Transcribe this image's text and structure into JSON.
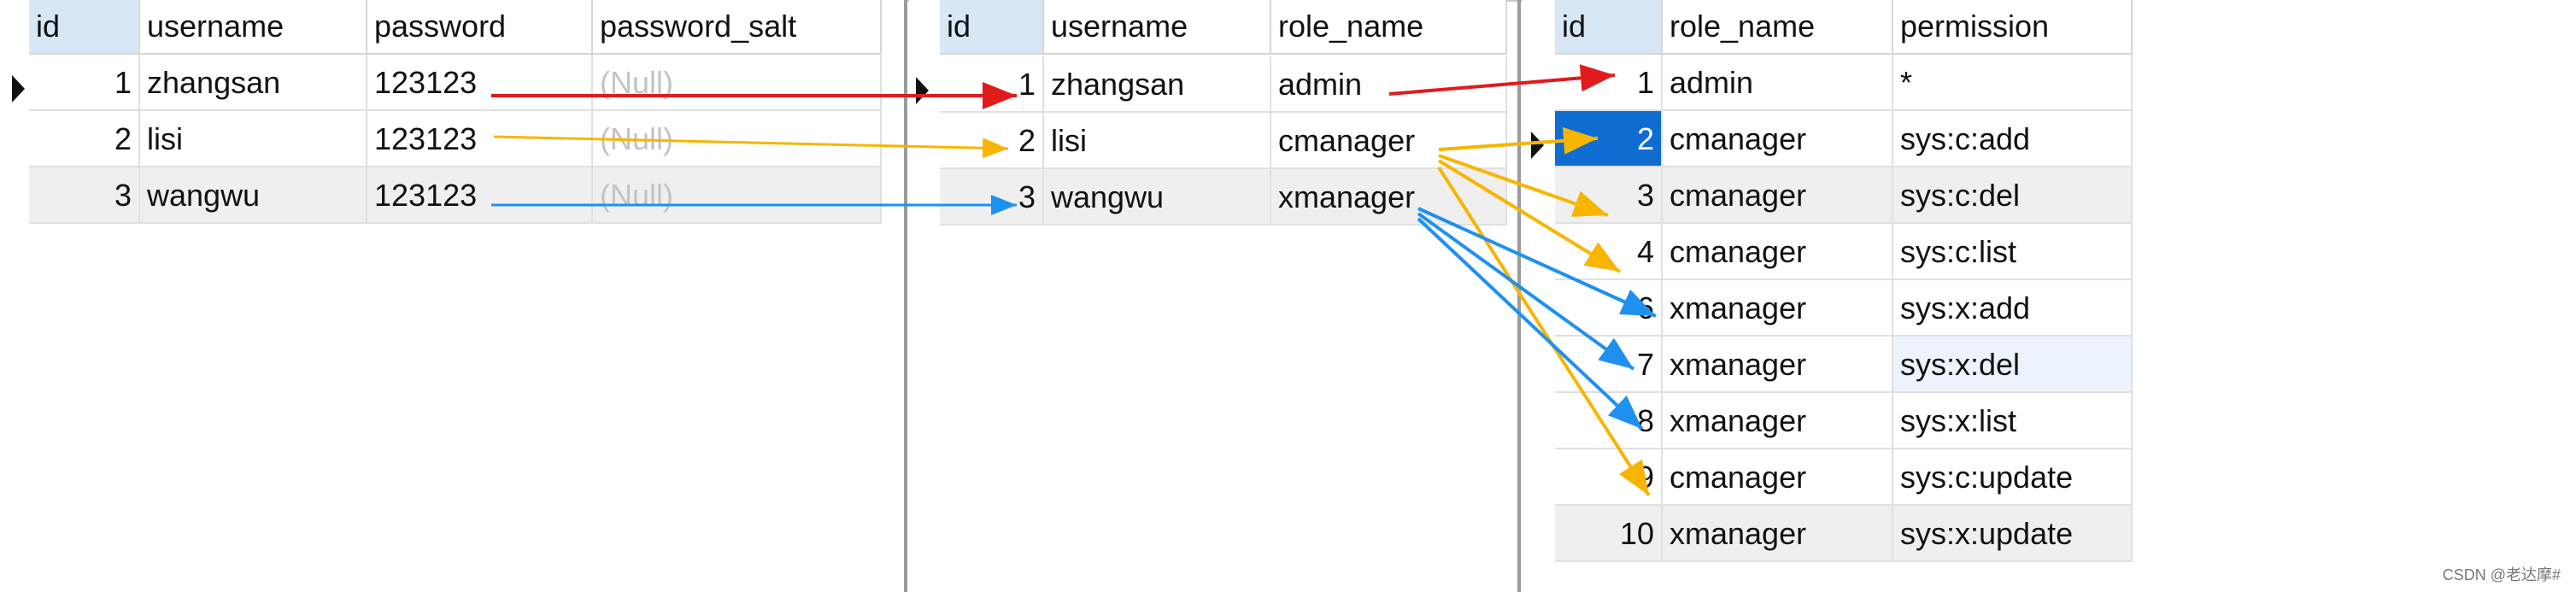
{
  "tables": {
    "user": {
      "headers": [
        "id",
        "username",
        "password",
        "password_salt"
      ],
      "rows": [
        [
          "1",
          "zhangsan",
          "123123",
          "(Null)"
        ],
        [
          "2",
          "lisi",
          "123123",
          "(Null)"
        ],
        [
          "3",
          "wangwu",
          "123123",
          "(Null)"
        ]
      ]
    },
    "user_role": {
      "headers": [
        "id",
        "username",
        "role_name"
      ],
      "rows": [
        [
          "1",
          "zhangsan",
          "admin"
        ],
        [
          "2",
          "lisi",
          "cmanager"
        ],
        [
          "3",
          "wangwu",
          "xmanager"
        ]
      ]
    },
    "role_permission": {
      "headers": [
        "id",
        "role_name",
        "permission"
      ],
      "rows": [
        [
          "1",
          "admin",
          "*"
        ],
        [
          "2",
          "cmanager",
          "sys:c:add"
        ],
        [
          "3",
          "cmanager",
          "sys:c:del"
        ],
        [
          "4",
          "cmanager",
          "sys:c:list"
        ],
        [
          "6",
          "xmanager",
          "sys:x:add"
        ],
        [
          "7",
          "xmanager",
          "sys:x:del"
        ],
        [
          "8",
          "xmanager",
          "sys:x:list"
        ],
        [
          "9",
          "cmanager",
          "sys:c:update"
        ],
        [
          "10",
          "xmanager",
          "sys:x:update"
        ]
      ]
    }
  },
  "watermark": "CSDN @老达摩#",
  "colors": {
    "red": "#e01b1b",
    "yellow": "#f7b500",
    "blue": "#1e90f0"
  }
}
